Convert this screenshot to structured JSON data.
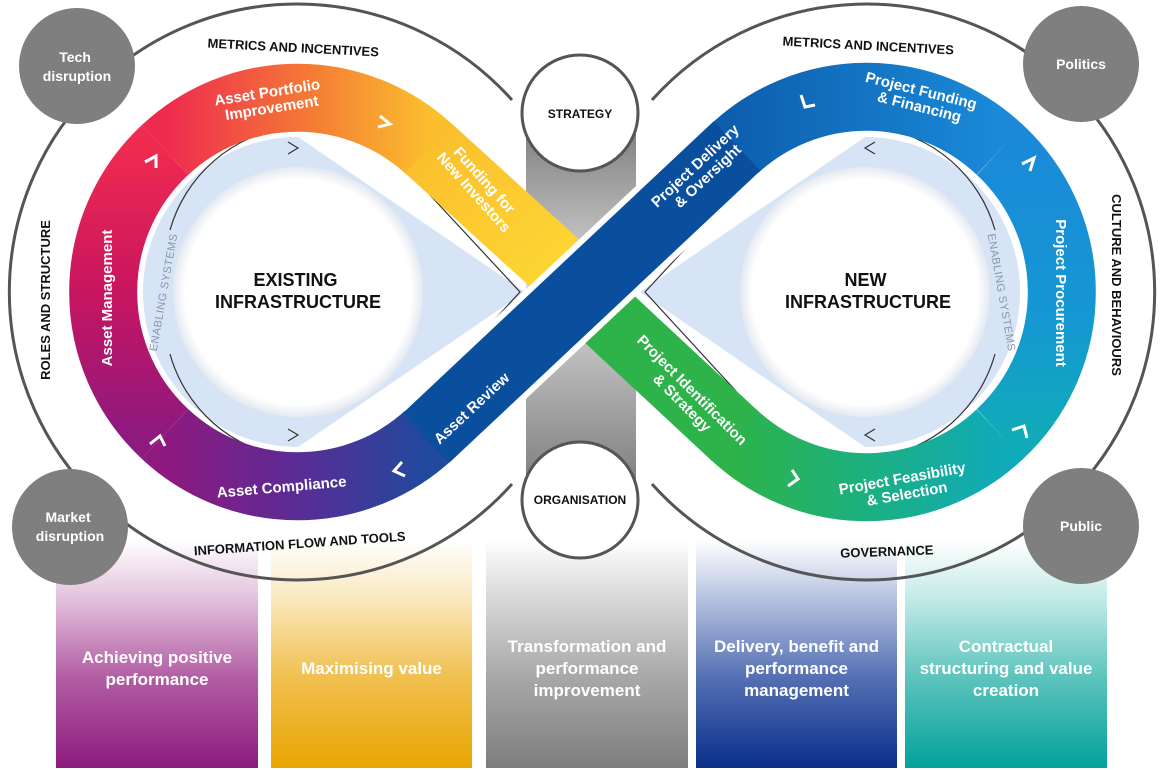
{
  "colors": {
    "disruption_circle": "#7f7f7f",
    "outer_line": "#555555",
    "enabling_ring": "#d6e4f5",
    "left_band": [
      "#ee2a4f",
      "#f26a3a",
      "#f9b233",
      "#fdd330",
      "#a0177c",
      "#4a2b91",
      "#1c4a9c"
    ],
    "right_band": [
      "#0d5fae",
      "#1581cf",
      "#1a95d6",
      "#12a8c3",
      "#1fb173",
      "#2db34a"
    ],
    "columns": [
      "#8c1a7d",
      "#e8a600",
      "#7d7d7d",
      "#0a2f8a",
      "#00a29a"
    ]
  },
  "left_loop": {
    "title_line1": "EXISTING",
    "title_line2": "INFRASTRUCTURE",
    "enabling": "ENABLING SYSTEMS",
    "stages": {
      "portfolio_l1": "Asset Portfolio",
      "portfolio_l2": "Improvement",
      "funding_l1": "Funding for",
      "funding_l2": "New Investors",
      "management": "Asset Management",
      "compliance": "Asset Compliance",
      "review": "Asset Review"
    },
    "outer_labels": {
      "top": "METRICS AND INCENTIVES",
      "left": "ROLES AND STRUCTURE",
      "bottom": "INFORMATION FLOW AND TOOLS"
    }
  },
  "right_loop": {
    "title_line1": "NEW",
    "title_line2": "INFRASTRUCTURE",
    "enabling": "ENABLING SYSTEMS",
    "stages": {
      "delivery_l1": "Project Delivery",
      "delivery_l2": "& Oversight",
      "funding_l1": "Project Funding",
      "funding_l2": "& Financing",
      "procurement": "Project Procurement",
      "feasibility_l1": "Project Feasibility",
      "feasibility_l2": "& Selection",
      "identification_l1": "Project Identification",
      "identification_l2": "& Strategy"
    },
    "outer_labels": {
      "top": "METRICS AND INCENTIVES",
      "right": "CULTURE AND BEHAVIOURS",
      "bottom": "GOVERNANCE"
    }
  },
  "pillars": {
    "top": "STRATEGY",
    "bottom": "ORGANISATION"
  },
  "disruptions": {
    "tech_l1": "Tech",
    "tech_l2": "disruption",
    "market_l1": "Market",
    "market_l2": "disruption",
    "politics": "Politics",
    "public": "Public"
  },
  "columns": [
    {
      "label": "Achieving positive performance"
    },
    {
      "label": "Maximising value"
    },
    {
      "label": "Transformation and performance improvement"
    },
    {
      "label": "Delivery, benefit and performance management"
    },
    {
      "label": "Contractual structuring and value creation"
    }
  ]
}
